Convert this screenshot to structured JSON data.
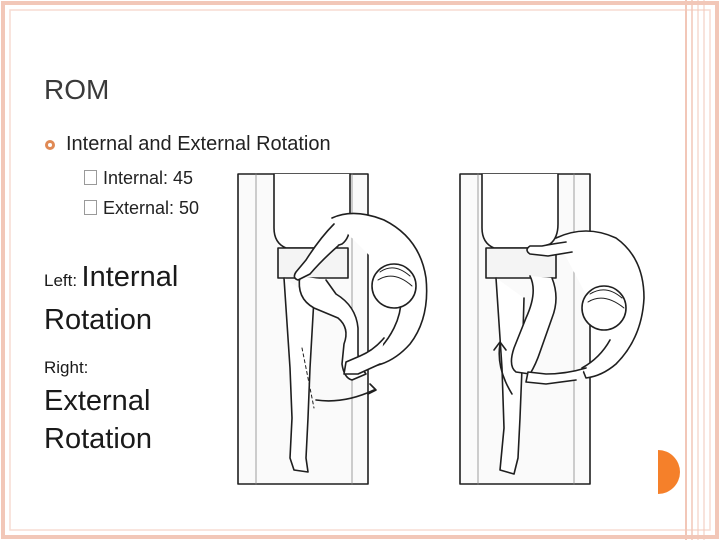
{
  "slide": {
    "title": "ROM",
    "bullet": "Internal and External Rotation",
    "sub_items": [
      {
        "label": "Internal: 45"
      },
      {
        "label": "External: 50"
      }
    ],
    "left_caption": {
      "prefix": "Left:",
      "line1": "Internal",
      "line2": "Rotation"
    },
    "right_caption": {
      "prefix": "Right:",
      "line1": "External",
      "line2": "Rotation"
    }
  },
  "figures": [
    {
      "description_icon": "hip-internal-rotation-illustration"
    },
    {
      "description_icon": "hip-external-rotation-illustration"
    }
  ],
  "colors": {
    "frame": "#f2c7b8",
    "frame_dark": "#e9a58e",
    "accent": "#f5802a",
    "bullet": "#e08a55"
  }
}
